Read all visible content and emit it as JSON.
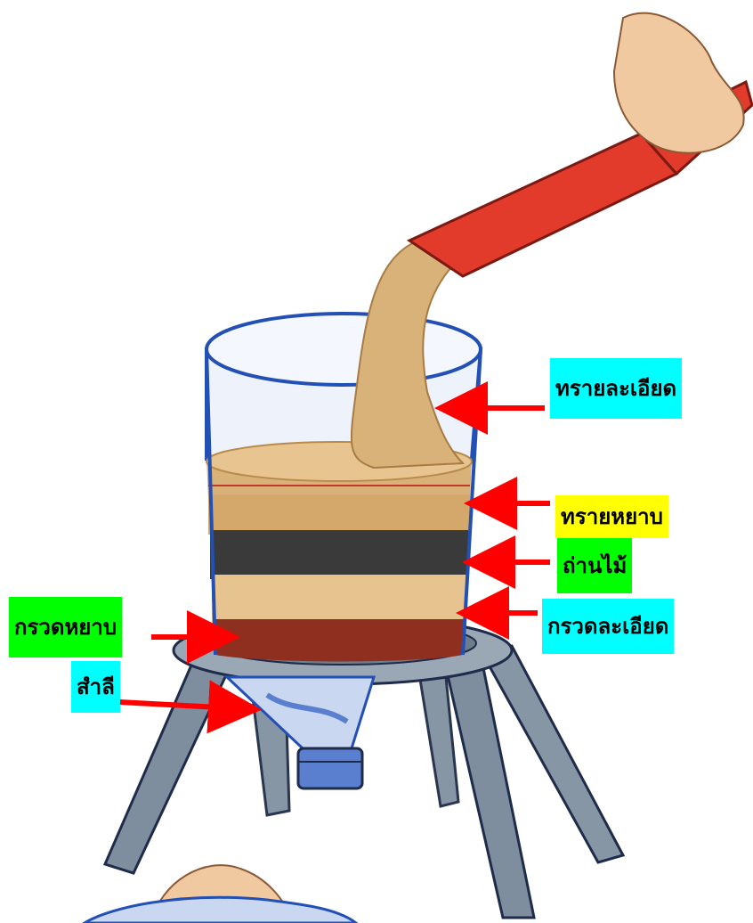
{
  "labels": {
    "fine_sand": "ทรายละเอียด",
    "coarse_sand": "ทรายหยาบ",
    "charcoal": "ถ่านไม้",
    "fine_gravel": "กรวดละเอียด",
    "coarse_gravel": "กรวดหยาบ",
    "cotton": "สำลี"
  },
  "colors": {
    "cyan_label": "#00ffff",
    "yellow_label": "#ffff00",
    "green_label": "#00ff00",
    "arrow": "#ff0000",
    "scoop": "#e23b2c",
    "sand": "#d9b27a",
    "charcoal": "#3a3a3a",
    "gravel_light": "#e7c38f",
    "gravel_red": "#8f2f1f",
    "stand": "#7f8f9f",
    "bottle_rim": "#2350b5"
  }
}
